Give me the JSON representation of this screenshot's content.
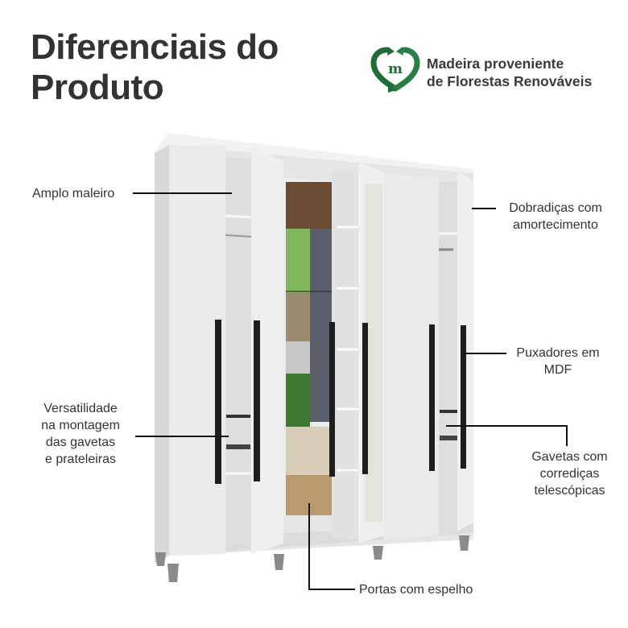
{
  "header": {
    "title_line1": "Diferenciais do",
    "title_line2": "Produto"
  },
  "badge": {
    "icon": "recycle-heart-m-icon",
    "line1": "Madeira proveniente",
    "line2": "de Florestas Renováveis",
    "color": "#1f6b3a"
  },
  "callouts": {
    "amplo": {
      "line1": "Amplo maleiro"
    },
    "dobradicas": {
      "line1": "Dobradiças com",
      "line2": "amortecimento"
    },
    "puxadores": {
      "line1": "Puxadores em",
      "line2": "MDF"
    },
    "versatilidade": {
      "line1": "Versatilidade",
      "line2": "na montagem",
      "line3": "das gavetas",
      "line4": "e prateleiras"
    },
    "gavetas": {
      "line1": "Gavetas com",
      "line2": "corrediças",
      "line3": "telescópicas"
    },
    "portas": {
      "line1": "Portas com espelho"
    }
  },
  "product": {
    "name": "wardrobe-6-doors-white",
    "body_color": "#ebebeb",
    "handle_color": "#1e1e1e",
    "feet_color": "#8a8a8a"
  }
}
